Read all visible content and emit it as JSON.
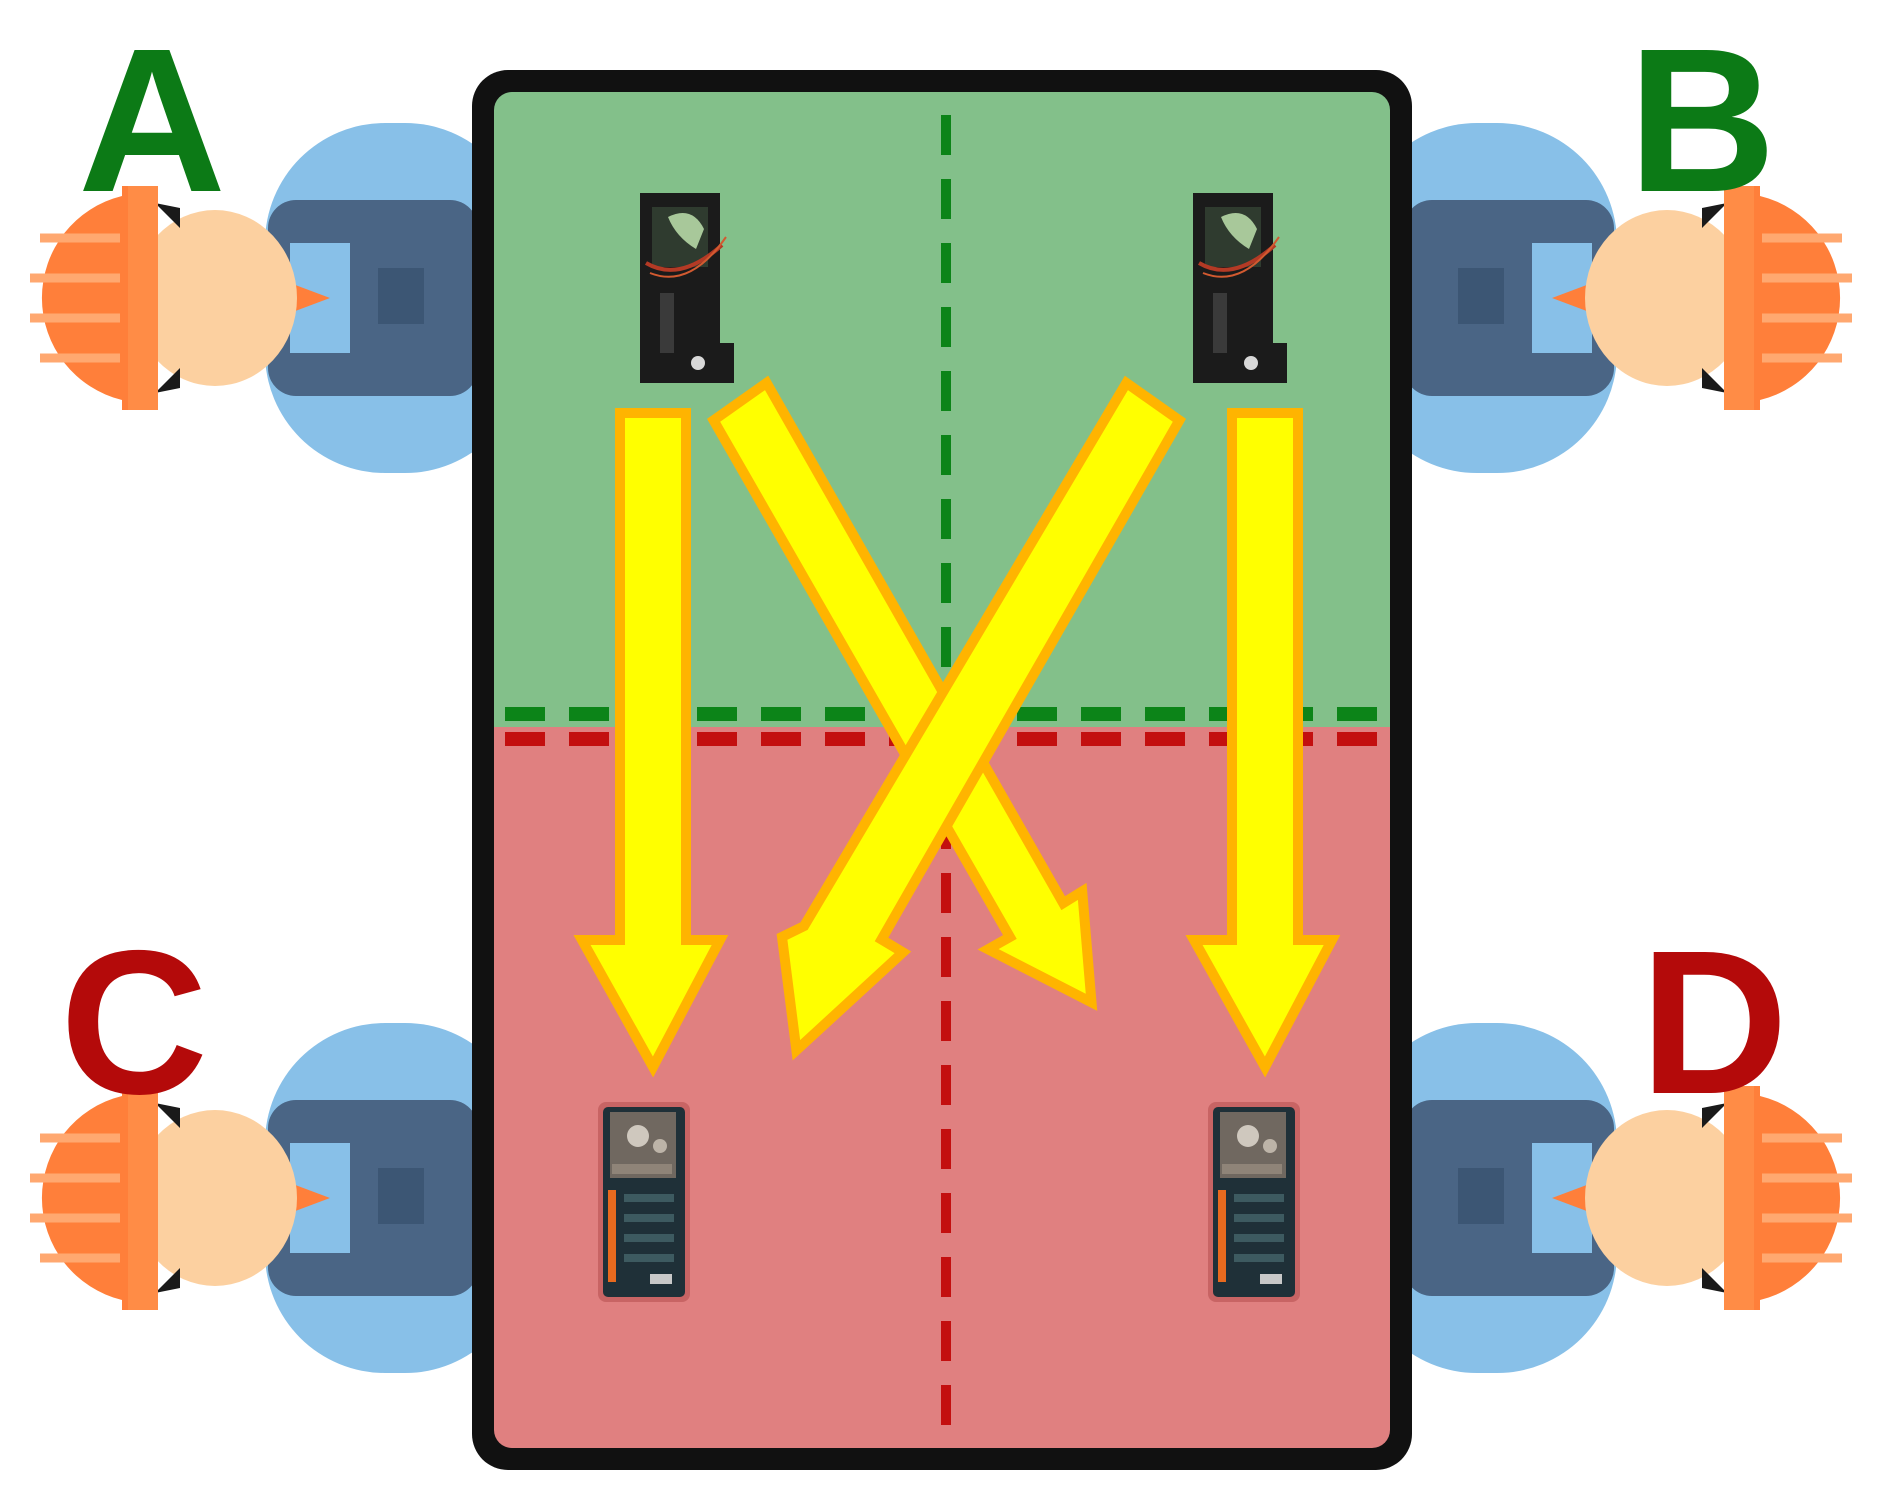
{
  "labels": {
    "a": "A",
    "b": "B",
    "c": "C",
    "d": "D"
  },
  "colors": {
    "upper_zone": "#83c08a",
    "lower_zone": "#e08080",
    "upper_label": "#0c7a16",
    "lower_label": "#b40a0a",
    "green_dash": "#0c8418",
    "red_dash": "#c30f0f",
    "arrow_fill": "#ffff00",
    "arrow_stroke": "#ffb400",
    "table_border": "#111111",
    "helmet": "#ff7f3a",
    "face": "#fcd0a0",
    "shirt": "#88c0e8",
    "vest": "#4a6585"
  },
  "icons": {
    "workers": "worker-top-view-icon",
    "upper_parts": "circuit-frame-icon",
    "lower_parts": "circuit-board-icon"
  }
}
